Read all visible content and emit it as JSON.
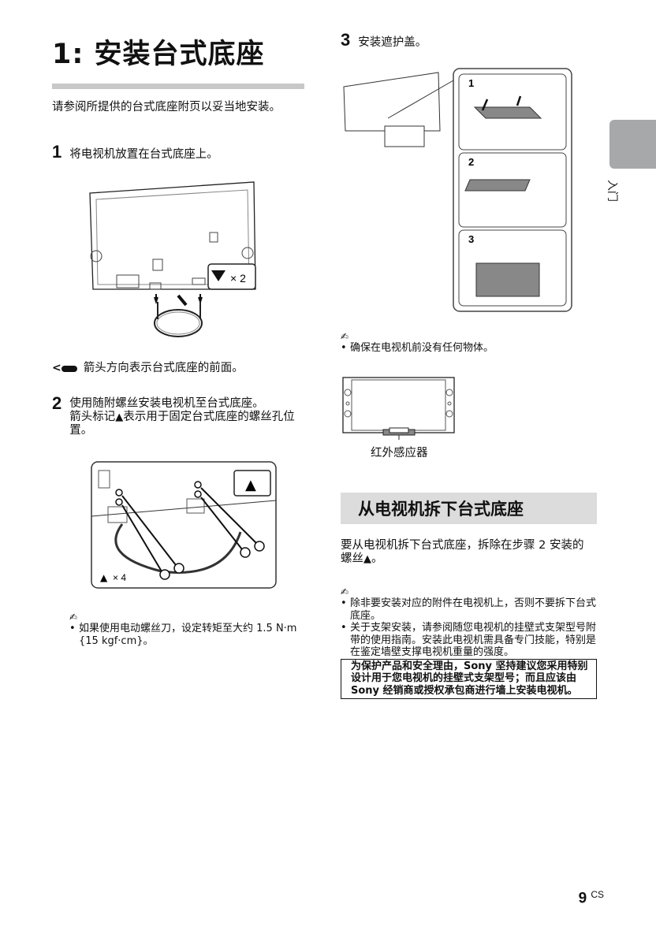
{
  "title": "1: 安装台式底座",
  "intro": "请参阅所提供的台式底座附页以妥当地安装。",
  "steps": [
    {
      "num": "1",
      "text": "将电视机放置在台式底座上。",
      "figure_label": "× 2"
    },
    {
      "num": "2",
      "text_a": "使用随附螺丝安装电视机至台式底座。",
      "text_b": "箭头标记",
      "text_c": "表示用于固定台式底座的螺丝孔位置。",
      "figure_label": "× 4"
    },
    {
      "num": "3",
      "text": "安装遮护盖。",
      "panels": [
        "1",
        "2",
        "3"
      ]
    }
  ],
  "arrow_note": "箭头方向表示台式底座的前面。",
  "left_note": {
    "icon": "pencil-note-icon",
    "items": [
      "如果使用电动螺丝刀，设定转矩至大约 1.5 N·m {15 kgf·cm}。"
    ]
  },
  "right_note1": {
    "icon": "pencil-note-icon",
    "items": [
      "确保在电视机前没有任何物体。"
    ]
  },
  "ir_label": "红外感应器",
  "section": {
    "heading": "从电视机拆下台式底座",
    "text_a": "要从电视机拆下台式底座，拆除在步骤 2 安装的螺丝",
    "text_b": "。",
    "notes": [
      "除非要安装对应的附件在电视机上，否则不要拆下台式底座。",
      "关于支架安装，请参阅随您电视机的挂壁式支架型号附带的使用指南。安装此电视机需具备专门技能，特别是在鉴定墙壁支撑电视机重量的强度。"
    ],
    "warning": "为保护产品和安全理由，Sony 坚持建议您采用特别设计用于您电视机的挂壁式支架型号；而且应该由 Sony 经销商或授权承包商进行墙上安装电视机。"
  },
  "side_tab": {
    "label": "入门",
    "color": "#a6a8aa"
  },
  "page": {
    "number": "9",
    "suffix": "CS"
  }
}
